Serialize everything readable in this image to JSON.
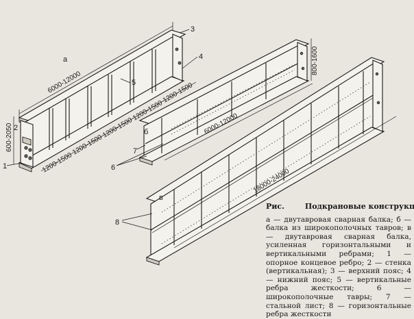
{
  "labels": {
    "a": "а",
    "b": "б",
    "v": "в",
    "n1": "1",
    "n2": "2",
    "n3": "3",
    "n4": "4",
    "n5": "5",
    "n6": "6",
    "n7": "7",
    "n8": "8"
  },
  "dimensions": {
    "a_length": "6000-12000",
    "a_height": "600-2050",
    "a_bay1": "1200-1500",
    "a_bay2": "1200-1500",
    "a_bay3": "1200-1500",
    "a_bay4": "1200-1500",
    "a_bay5": "1200-1500",
    "b_length": "6000-12000",
    "b_height": "800-1600",
    "v_length": "18000-24000"
  },
  "caption": {
    "number": "Рис.",
    "title": "Подкрановые конструкции",
    "text": "а — двутавровая сварная балка; б — балка из широкополочных тавров; в — двутавровая сварная балка, усиленная горизонтальными и вертикальными ребрами; 1 — опорное концевое ребро; 2 — стенка (вертикальная); 3 — верхний пояс; 4 — нижний пояс; 5 — вертикальные ребра жесткости; 6 — широкополочные тавры; 7 — стальной лист; 8 — горизонтальные ребра жесткости"
  }
}
